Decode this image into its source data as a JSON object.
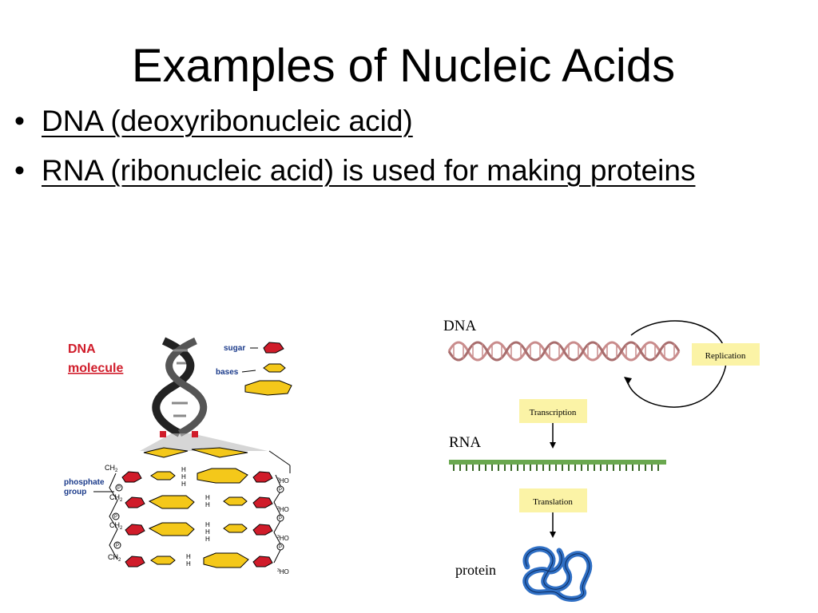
{
  "slide": {
    "title": "Examples of  Nucleic Acids",
    "bullets": [
      "DNA (deoxyribonucleic acid)",
      "RNA (ribonucleic acid) is used for making proteins"
    ]
  },
  "dna_molecule_figure": {
    "title_line1": "DNA",
    "title_line2": "molecule",
    "sugar_label": "sugar",
    "bases_label": "bases",
    "phosphate_label_line1": "phosphate",
    "phosphate_label_line2": "group",
    "ch2": "CH",
    "ch2_sub": "2",
    "h": "H",
    "p": "P",
    "ho": "HO",
    "ho_sup": "3",
    "colors": {
      "title": "#d01c2a",
      "label": "#1a3a8a",
      "sugar": "#d01c2a",
      "base": "#f4c81a"
    }
  },
  "central_dogma_figure": {
    "dna_label": "DNA",
    "rna_label": "RNA",
    "protein_label": "protein",
    "replication": "Replication",
    "transcription": "Transcription",
    "translation": "Translation",
    "colors": {
      "box": "#fbf3a6",
      "helix": "#c98c8c",
      "rna": "#6aa84f",
      "protein": "#2f6fc4"
    }
  }
}
